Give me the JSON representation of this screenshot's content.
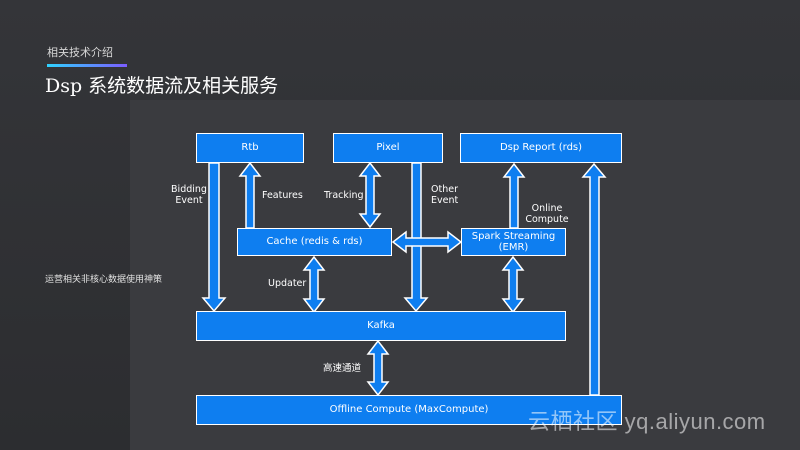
{
  "header": {
    "section_label": "相关技术介绍",
    "title": "Dsp 系统数据流及相关服务"
  },
  "side_note": "运营相关非核心数据使用神策",
  "nodes": {
    "rtb": "Rtb",
    "pixel": "Pixel",
    "dsp_report": "Dsp Report (rds)",
    "cache": "Cache (redis & rds)",
    "spark": "Spark Streaming\n(EMR)",
    "kafka": "Kafka",
    "offline": "Offline Compute (MaxCompute)"
  },
  "edges": {
    "bidding_event": "Bidding\nEvent",
    "features": "Features",
    "tracking": "Tracking",
    "other_event": "Other\nEvent",
    "online_compute": "Online\nCompute",
    "updater": "Updater",
    "fast_channel": "高速通道"
  },
  "watermark": "云栖社区 yq.aliyun.com",
  "colors": {
    "box_fill": "#0e7ef0",
    "arrow_fill": "#0e7ef0",
    "outline": "#ffffff",
    "background": "#2f3033"
  }
}
